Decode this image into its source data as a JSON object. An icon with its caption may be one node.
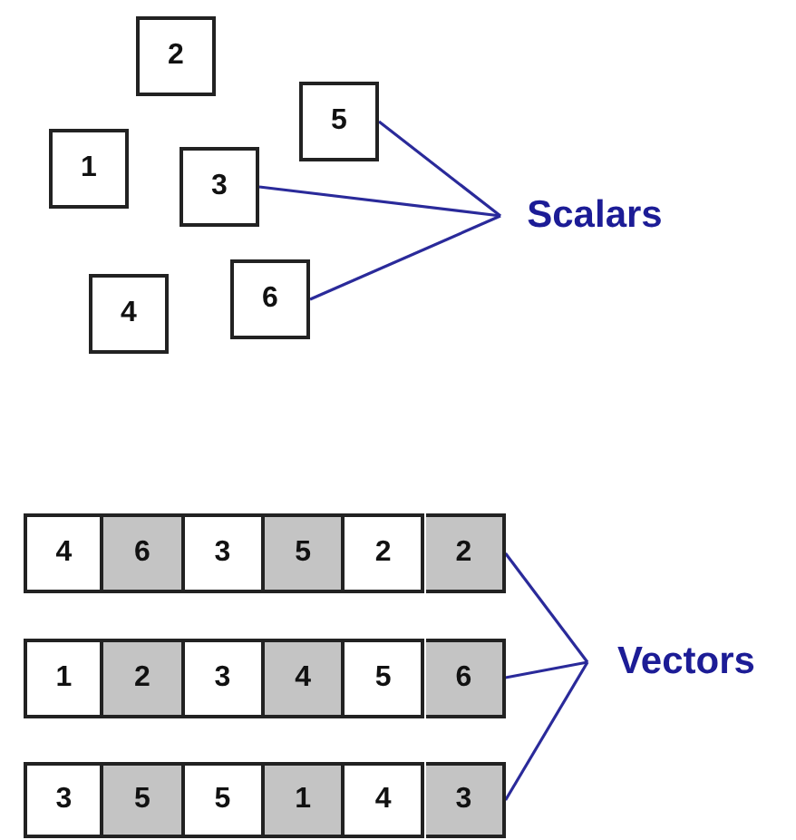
{
  "diagram": {
    "nodes": [
      {
        "text": [
          "2"
        ]
      },
      {
        "text": [
          "5"
        ]
      },
      {
        "text": [
          "1"
        ]
      },
      {
        "text": [
          "3"
        ]
      },
      {
        "text": [
          "6"
        ]
      },
      {
        "text": [
          "4"
        ]
      },
      {
        "text": [
          "Scalars"
        ]
      },
      {
        "text": [
          "4"
        ]
      },
      {
        "text": [
          "6"
        ]
      },
      {
        "text": [
          "3"
        ]
      },
      {
        "text": [
          "5"
        ]
      },
      {
        "text": [
          "2"
        ]
      },
      {
        "text": [
          "2"
        ]
      },
      {
        "text": [
          "1"
        ]
      },
      {
        "text": [
          "2"
        ]
      },
      {
        "text": [
          "3"
        ]
      },
      {
        "text": [
          "4"
        ]
      },
      {
        "text": [
          "5"
        ]
      },
      {
        "text": [
          "6"
        ]
      },
      {
        "text": [
          "3"
        ]
      },
      {
        "text": [
          "5"
        ]
      },
      {
        "text": [
          "5"
        ]
      },
      {
        "text": [
          "1"
        ]
      },
      {
        "text": [
          "4"
        ]
      },
      {
        "text": [
          "3"
        ]
      },
      {
        "text": [
          "Vectors"
        ]
      }
    ],
    "edges": [
      {
        "from": 6,
        "to": 1,
        "arrow": "none"
      },
      {
        "from": 6,
        "to": 3,
        "arrow": "none"
      },
      {
        "from": 6,
        "to": 4,
        "arrow": "none"
      },
      {
        "from": 25,
        "to": 12,
        "arrow": "none"
      },
      {
        "from": 25,
        "to": 18,
        "arrow": "none"
      },
      {
        "from": 25,
        "to": 24,
        "arrow": "none"
      }
    ]
  }
}
